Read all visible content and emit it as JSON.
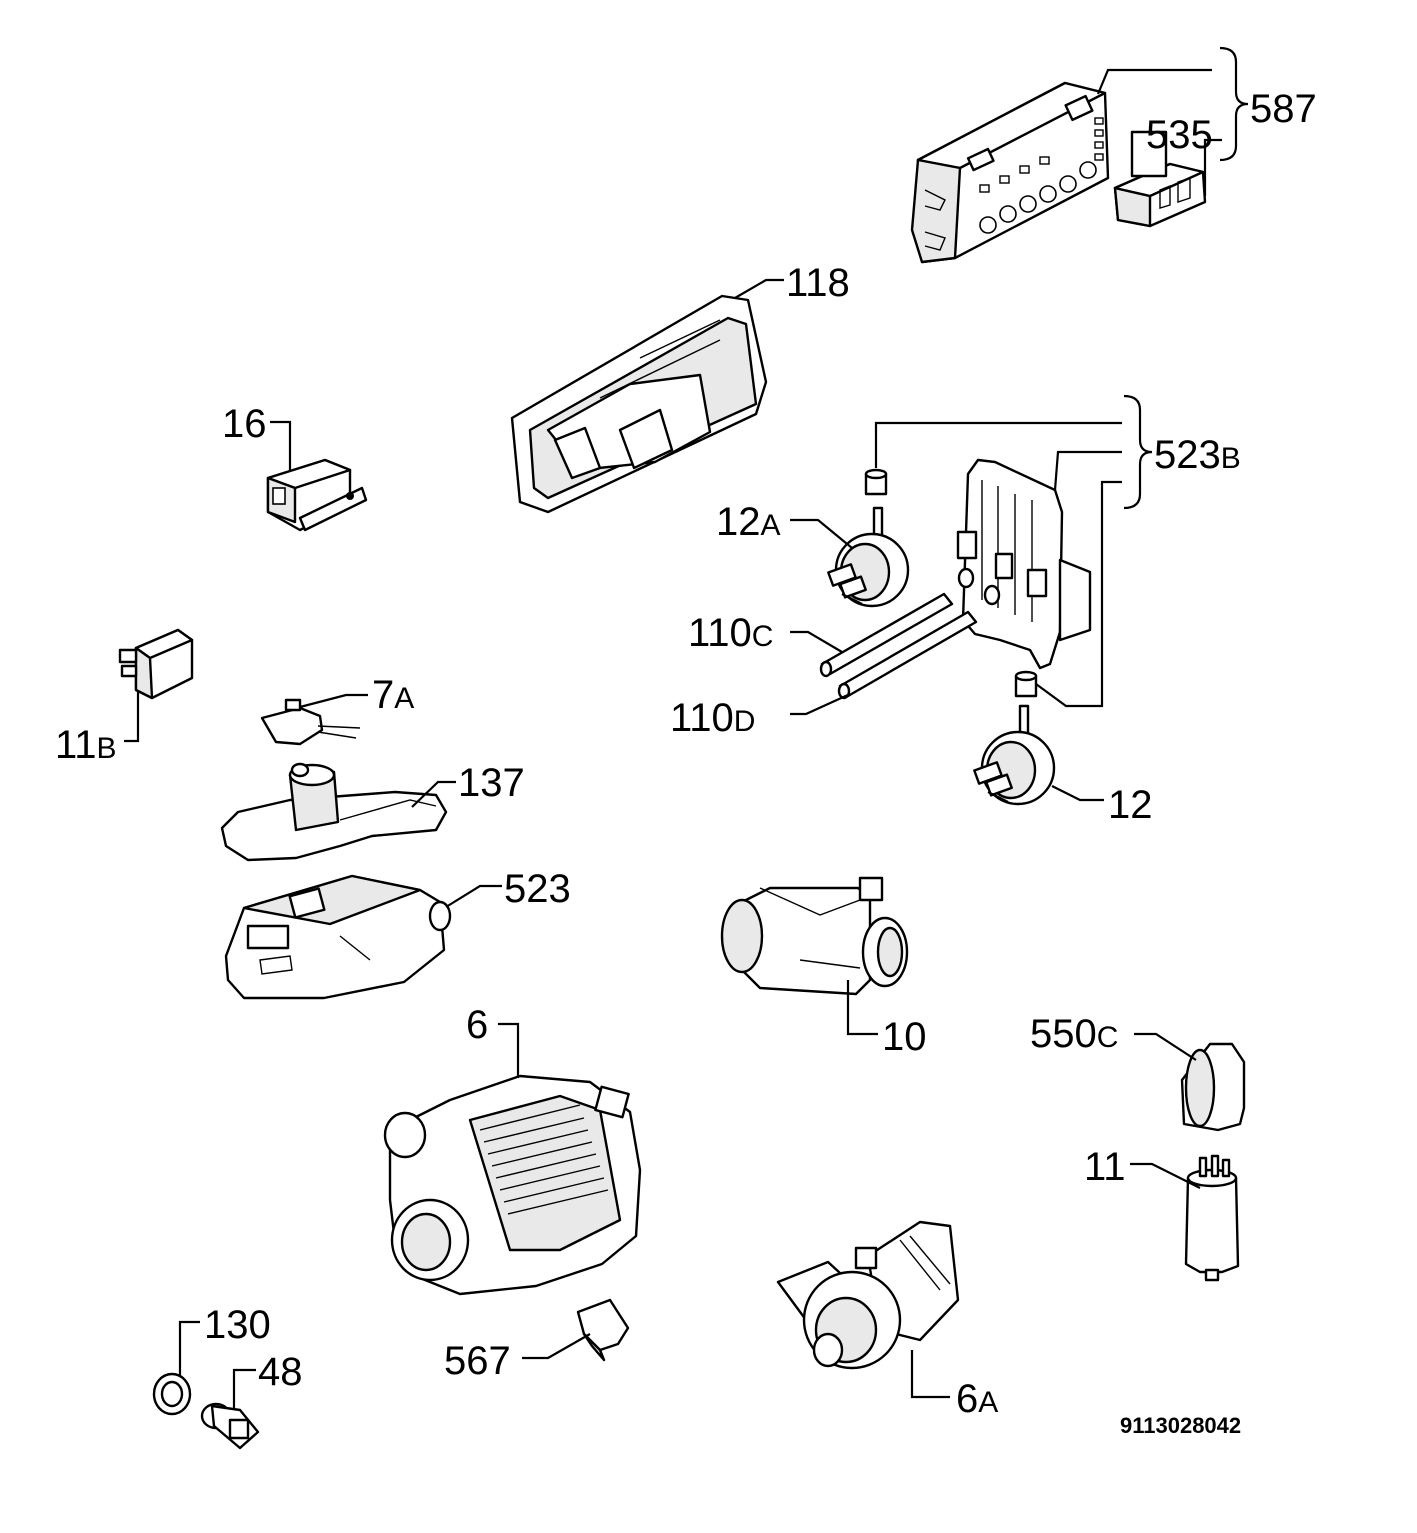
{
  "diagram": {
    "reference_number": "9113028042",
    "labels": {
      "l587": "587",
      "l535": "535",
      "l118": "118",
      "l523b": "523",
      "l523b_sfx": "B",
      "l16": "16",
      "l12a": "12",
      "l12a_sfx": "A",
      "l110c": "110",
      "l110c_sfx": "C",
      "l110d": "110",
      "l110d_sfx": "D",
      "l12": "12",
      "l11b": "11",
      "l11b_sfx": "B",
      "l7a": "7",
      "l7a_sfx": "A",
      "l137": "137",
      "l523": "523",
      "l10": "10",
      "l6": "6",
      "l550c": "550",
      "l550c_sfx": "C",
      "l11": "11",
      "l130": "130",
      "l48": "48",
      "l567": "567",
      "l6a": "6",
      "l6a_sfx": "A"
    }
  }
}
